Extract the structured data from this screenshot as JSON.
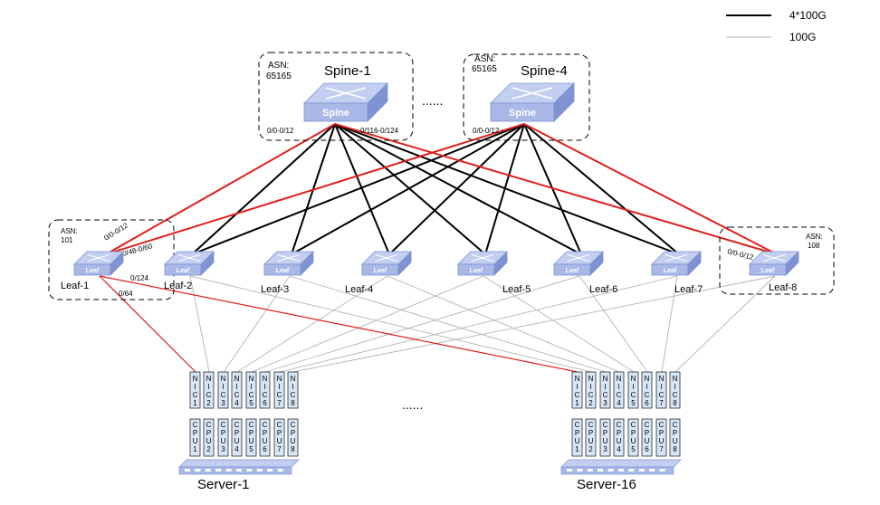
{
  "legend": [
    {
      "label": "4*100G",
      "style": "thick-black"
    },
    {
      "label": "100G",
      "style": "thin-gray"
    }
  ],
  "spines": [
    {
      "name": "Spine-1",
      "asn_label": "ASN:",
      "asn": "65165",
      "device_label": "Spine",
      "port_left": "0/0-0/12",
      "port_right": "0/116-0/124"
    },
    {
      "name": "Spine-4",
      "asn_label": "ASN:",
      "asn": "65165",
      "device_label": "Spine",
      "port_left": "0/0-0/12"
    }
  ],
  "spine_ellipsis": "......",
  "leaves": [
    {
      "name": "Leaf-1",
      "device_label": "Leaf",
      "asn_label": "ASN:",
      "asn": "101",
      "ports": [
        "0/0-0/12",
        "0/48-0/60",
        "0/124",
        "0/64"
      ]
    },
    {
      "name": "Leaf-2",
      "device_label": "Leaf"
    },
    {
      "name": "Leaf-3",
      "device_label": "Leaf"
    },
    {
      "name": "Leaf-4",
      "device_label": "Leaf"
    },
    {
      "name": "Leaf-5",
      "device_label": "Leaf"
    },
    {
      "name": "Leaf-6",
      "device_label": "Leaf"
    },
    {
      "name": "Leaf-7",
      "device_label": "Leaf"
    },
    {
      "name": "Leaf-8",
      "device_label": "Leaf",
      "asn_label": "ASN:",
      "asn": "108",
      "ports": [
        "0/0-0/12"
      ]
    }
  ],
  "servers": [
    {
      "name": "Server-1",
      "nics": [
        "NIC1",
        "NIC2",
        "NIC3",
        "NIC4",
        "NIC5",
        "NIC6",
        "NIC7",
        "NIC8"
      ],
      "cpus": [
        "CPU1",
        "CPU2",
        "CPU3",
        "CPU4",
        "CPU5",
        "CPU6",
        "CPU7",
        "CPU8"
      ]
    },
    {
      "name": "Server-16",
      "nics": [
        "NIC1",
        "NIC2",
        "NIC3",
        "NIC4",
        "NIC5",
        "NIC6",
        "NIC7",
        "NIC8"
      ],
      "cpus": [
        "CPU1",
        "CPU2",
        "CPU3",
        "CPU4",
        "CPU5",
        "CPU6",
        "CPU7",
        "CPU8"
      ]
    }
  ],
  "server_ellipsis": "......",
  "colors": {
    "uplink": "#000000",
    "highlight": "#e0201b",
    "downlink": "#b4b4b4",
    "device": "#a9b8e6",
    "device_dark": "#7f93d3",
    "nic_fill": "#d6e6f7"
  }
}
